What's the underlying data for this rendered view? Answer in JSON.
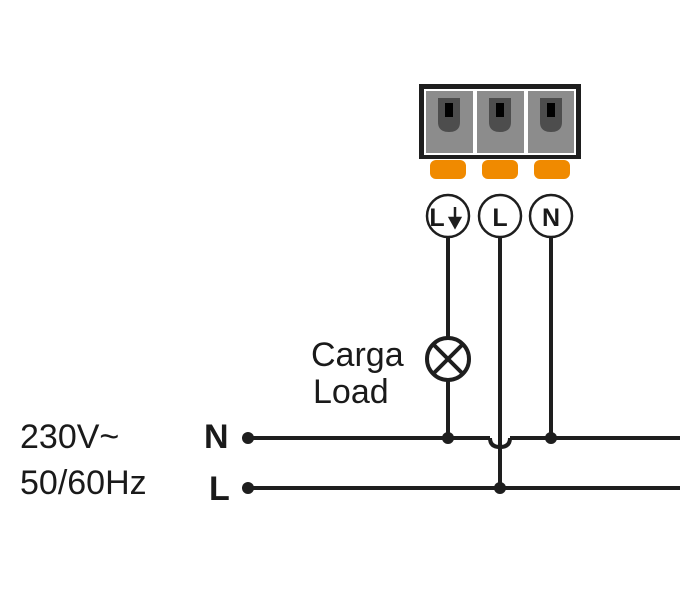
{
  "terminal_block": {
    "terminals": [
      {
        "label": "L↓"
      },
      {
        "label": "L"
      },
      {
        "label": "N"
      }
    ],
    "body_color": "#8c8c8c",
    "screw_color": "#4d4d4d",
    "tab_color": "#f08a00"
  },
  "load": {
    "label_es": "Carga",
    "label_en": "Load",
    "symbol": "lamp-icon"
  },
  "supply": {
    "voltage": "230V~",
    "frequency": "50/60Hz",
    "neutral_label": "N",
    "line_label": "L"
  }
}
